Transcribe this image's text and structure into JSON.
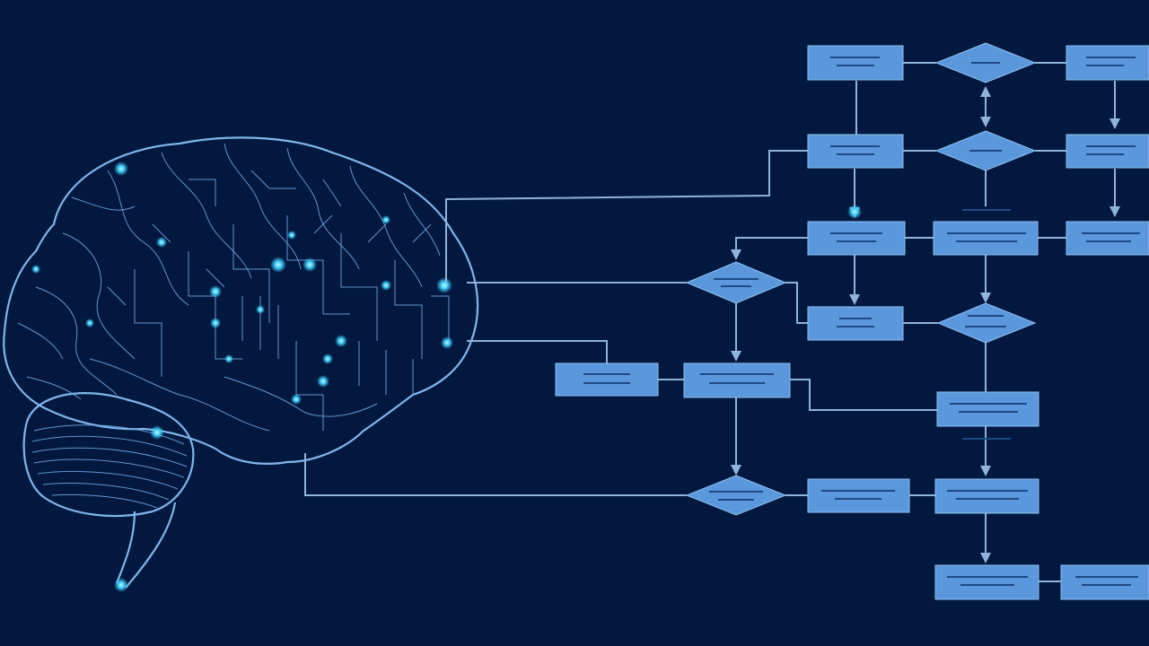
{
  "colors": {
    "background": "#02183f",
    "node_fill": "#5a97dc",
    "node_stroke": "#8cc0f2",
    "edge": "#8fb4dc",
    "brain_line": "#7fb6ea",
    "glow": "#3fd0ff"
  },
  "illustration": {
    "subject": "brain-circuit-icon"
  },
  "flowchart": {
    "nodes": [
      {
        "id": "r1",
        "shape": "rect"
      },
      {
        "id": "d1",
        "shape": "diamond"
      },
      {
        "id": "r2",
        "shape": "rect"
      },
      {
        "id": "r3",
        "shape": "rect"
      },
      {
        "id": "d2",
        "shape": "diamond"
      },
      {
        "id": "r4",
        "shape": "rect"
      },
      {
        "id": "r5",
        "shape": "rect"
      },
      {
        "id": "r6",
        "shape": "rect"
      },
      {
        "id": "r7",
        "shape": "rect"
      },
      {
        "id": "d3",
        "shape": "diamond"
      },
      {
        "id": "r8",
        "shape": "rect"
      },
      {
        "id": "d4",
        "shape": "diamond"
      },
      {
        "id": "r9",
        "shape": "rect"
      },
      {
        "id": "r10",
        "shape": "rect"
      },
      {
        "id": "r11",
        "shape": "rect"
      },
      {
        "id": "d5",
        "shape": "diamond"
      },
      {
        "id": "r12",
        "shape": "rect"
      },
      {
        "id": "r13",
        "shape": "rect"
      },
      {
        "id": "r14",
        "shape": "rect"
      },
      {
        "id": "r15",
        "shape": "rect"
      }
    ],
    "edges": [
      {
        "from": "r1",
        "to": "d1"
      },
      {
        "from": "d1",
        "to": "r2"
      },
      {
        "from": "r1",
        "to": "r3"
      },
      {
        "from": "d1",
        "to": "d2"
      },
      {
        "from": "r2",
        "to": "r4"
      },
      {
        "from": "r3",
        "to": "d2"
      },
      {
        "from": "d2",
        "to": "r4"
      },
      {
        "from": "r3",
        "to": "r5"
      },
      {
        "from": "d2",
        "to": "r6"
      },
      {
        "from": "r4",
        "to": "r7"
      },
      {
        "from": "r5",
        "to": "d3"
      },
      {
        "from": "r5",
        "to": "r8"
      },
      {
        "from": "r6",
        "to": "d4"
      },
      {
        "from": "d3",
        "to": "r8"
      },
      {
        "from": "d3",
        "to": "r10"
      },
      {
        "from": "r9",
        "to": "r10"
      },
      {
        "from": "r10",
        "to": "r11"
      },
      {
        "from": "d4",
        "to": "r11"
      },
      {
        "from": "r10",
        "to": "d5"
      },
      {
        "from": "r11",
        "to": "r13"
      },
      {
        "from": "d5",
        "to": "r12"
      },
      {
        "from": "r12",
        "to": "r13"
      },
      {
        "from": "r13",
        "to": "r14"
      },
      {
        "from": "r14",
        "to": "r15"
      }
    ]
  }
}
